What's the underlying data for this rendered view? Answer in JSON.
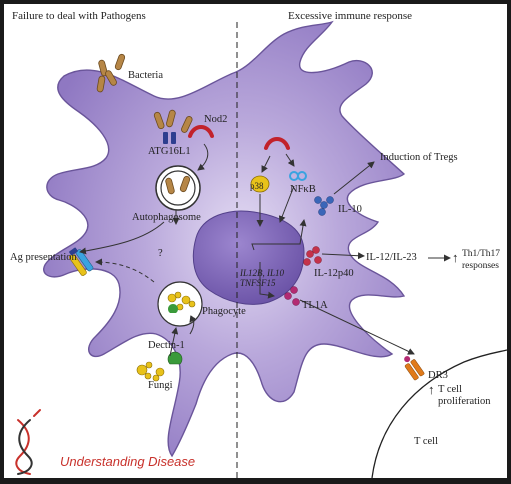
{
  "titles": {
    "left": "Failure to deal with Pathogens",
    "right": "Excessive immune response"
  },
  "labels": {
    "bacteria": "Bacteria",
    "nod2": "Nod2",
    "atg16l1": "ATG16L1",
    "autophagosome": "Autophagosome",
    "ag_presentation": "Ag presentation",
    "question": "?",
    "phagocyte": "Phagocyte",
    "dectin1": "Dectin-1",
    "fungi": "Fungi",
    "p38": "p38",
    "nfkb": "NFκB",
    "induction_tregs": "Induction of Tregs",
    "il10": "IL-10",
    "genes_line1": "IL12B, IL10",
    "genes_line2": "TNFSF15",
    "il12p40": "IL-12p40",
    "il12_il23": "IL-12/IL-23",
    "th1_line1": "Th1/Th17",
    "th1_line2": "responses",
    "tl1a": "TL1A",
    "dr3": "DR3",
    "tcell_prolif_line1": "T cell",
    "tcell_prolif_line2": "proliferation",
    "tcell": "T cell",
    "up_arrow": "↑"
  },
  "brand": {
    "text": "Understanding Disease"
  },
  "colors": {
    "cell_fill": "#a996cf",
    "cell_edge": "#6a559a",
    "nucleus": "#7c64b5",
    "bacteria": "#a87a3c",
    "receptor": "#2d3e8f",
    "nod2": "#c2222b",
    "brand": "#c8312b",
    "fungi": "#e8c21a",
    "dectin": "#3a9a3a",
    "il10_dots": "#3a66b8",
    "il12_dots": "#c4324a",
    "tl1a_dots": "#b32a72",
    "dr3": "#e07a1a"
  }
}
